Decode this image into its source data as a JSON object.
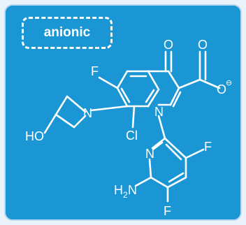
{
  "tag": {
    "label": "anionic"
  },
  "molecule": {
    "atoms": {
      "fluoro_top": "F",
      "keto_oxygen": "O",
      "acid_oxygen_double": "O",
      "acid_oxygen_single": "O",
      "charge": "⊖",
      "ring_nitrogen": "N",
      "azetidine_nitrogen": "N",
      "hydroxyl": "HO",
      "chloro": "Cl",
      "pyridine_nitrogen": "N",
      "fluoro_pyridine_right": "F",
      "amino_h": "H",
      "amino_2": "2",
      "amino_n": "N",
      "fluoro_pyridine_bottom": "F"
    }
  },
  "colors": {
    "panel": "#1a96d5",
    "ink": "#ffffff",
    "page": "#eaf2fb",
    "border": "#b9d9f2"
  }
}
